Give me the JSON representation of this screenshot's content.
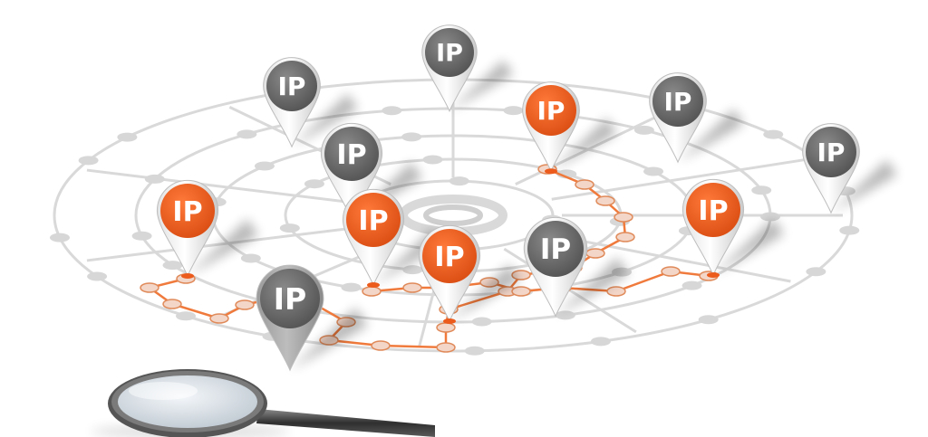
{
  "scene": {
    "colors": {
      "orange": "#ec5a1c",
      "gray": "#6e6e6e",
      "network": "#d9d9d9",
      "path": "#f07a3c"
    },
    "pin_label": "IP",
    "pins": [
      {
        "id": "pin-top-center",
        "color": "gray"
      },
      {
        "id": "pin-top-left",
        "color": "gray"
      },
      {
        "id": "pin-top-mid-orange",
        "color": "orange"
      },
      {
        "id": "pin-top-right",
        "color": "gray"
      },
      {
        "id": "pin-far-right",
        "color": "gray"
      },
      {
        "id": "pin-mid-left-gray",
        "color": "gray"
      },
      {
        "id": "pin-left-orange",
        "color": "orange"
      },
      {
        "id": "pin-center-orange",
        "color": "orange"
      },
      {
        "id": "pin-front-orange",
        "color": "orange"
      },
      {
        "id": "pin-front-gray",
        "color": "gray"
      },
      {
        "id": "pin-right-orange",
        "color": "orange"
      },
      {
        "id": "pin-front-left-gray",
        "color": "gray"
      }
    ],
    "magnifier_icon": "magnifying-glass"
  }
}
